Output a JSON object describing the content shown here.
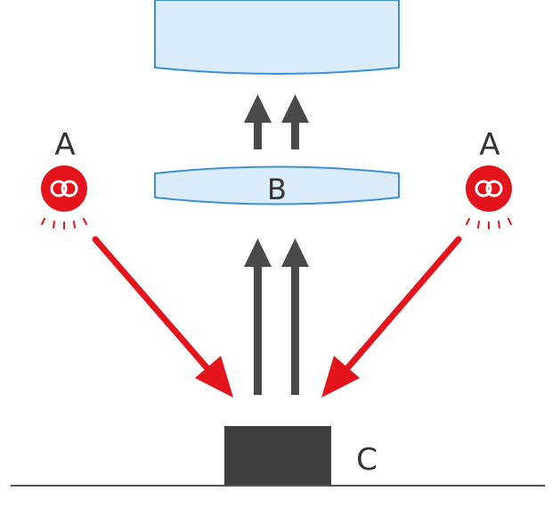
{
  "labels": {
    "light_source_left": "A",
    "light_source_right": "A",
    "lens": "B",
    "object": "C"
  },
  "colors": {
    "lens_fill": "#dcebf8",
    "lens_stroke": "#3a8fd6",
    "gray_arrow": "#4a4a4a",
    "red_arrow": "#e3141b",
    "light_icon": "#e3141b",
    "object_block": "#3f3f3f",
    "ground_line": "#555555",
    "label_text": "#333333"
  },
  "icons": {
    "light_source": "ring-light-icon"
  }
}
